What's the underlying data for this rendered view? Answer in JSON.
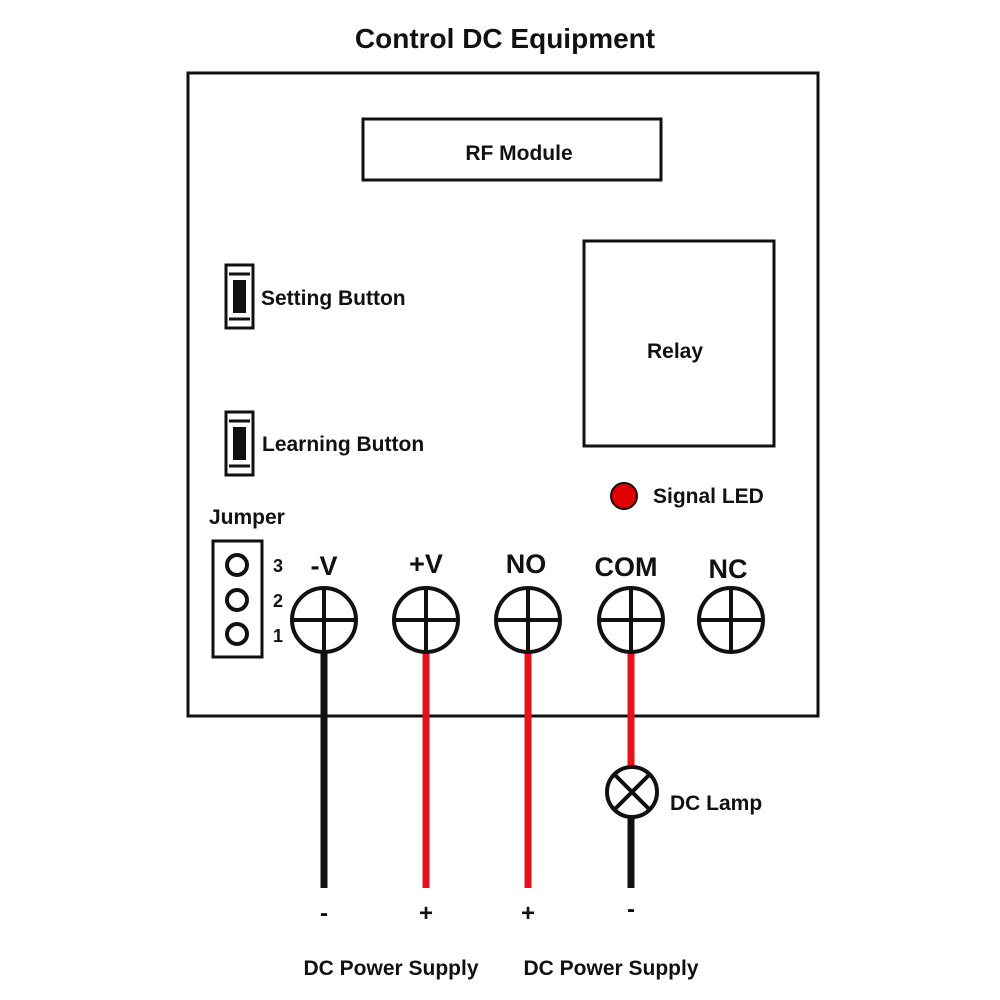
{
  "title": "Control DC Equipment",
  "rf_module": {
    "label": "RF Module"
  },
  "relay": {
    "label": "Relay"
  },
  "signal_led": {
    "label": "Signal LED",
    "color": "#e00000"
  },
  "setting_button": {
    "label": "Setting Button"
  },
  "learning_button": {
    "label": "Learning Button"
  },
  "jumper": {
    "label": "Jumper",
    "pins": [
      "3",
      "2",
      "1"
    ]
  },
  "terminals": [
    {
      "id": "neg-v",
      "label": "-V"
    },
    {
      "id": "pos-v",
      "label": "+V"
    },
    {
      "id": "no",
      "label": "NO"
    },
    {
      "id": "com",
      "label": "COM"
    },
    {
      "id": "nc",
      "label": "NC"
    }
  ],
  "lamp": {
    "label": "DC Lamp"
  },
  "wire_colors": {
    "black": "#111111",
    "red": "#e8101a"
  },
  "polarity": [
    {
      "terminal": "-V",
      "sign": "-"
    },
    {
      "terminal": "+V",
      "sign": "+"
    },
    {
      "terminal": "NO",
      "sign": "+"
    },
    {
      "terminal": "COM",
      "sign": "-"
    }
  ],
  "supplies": [
    {
      "label": "DC Power Supply"
    },
    {
      "label": "DC Power Supply"
    }
  ]
}
